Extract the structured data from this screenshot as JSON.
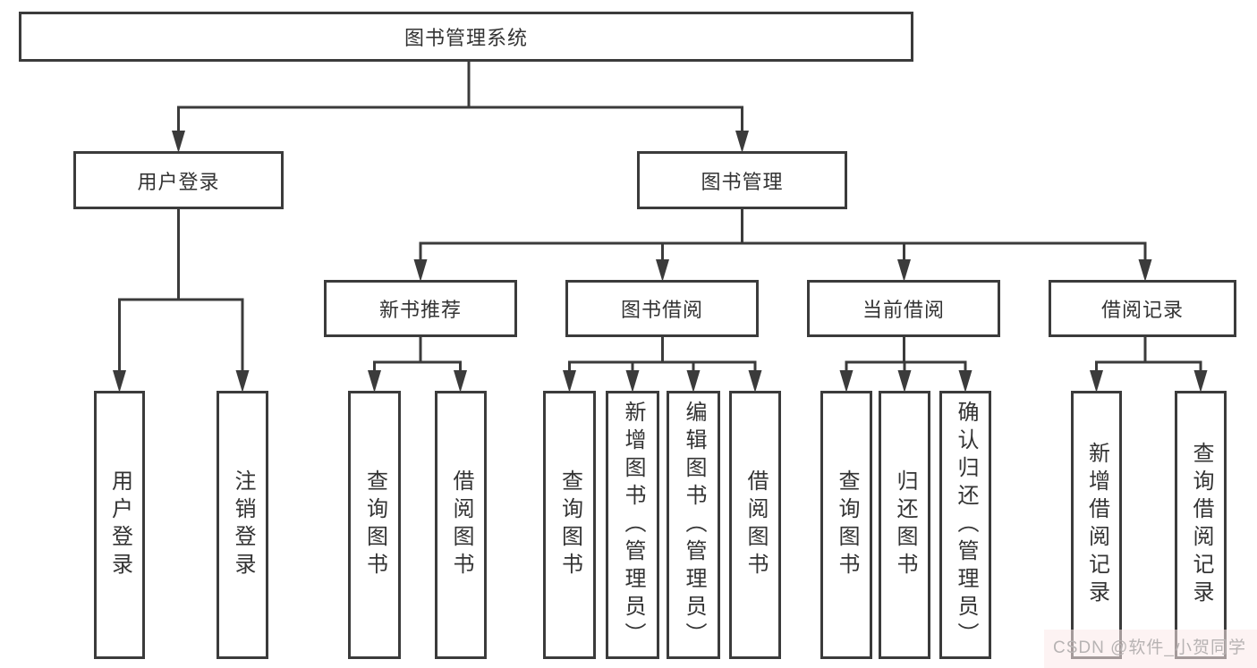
{
  "diagram": {
    "root": {
      "label": "图书管理系统"
    },
    "branches": [
      {
        "label": "用户登录",
        "leaves": [
          {
            "label": "用户登录"
          },
          {
            "label": "注销登录"
          }
        ]
      },
      {
        "label": "图书管理",
        "groups": [
          {
            "label": "新书推荐",
            "leaves": [
              {
                "label": "查询图书"
              },
              {
                "label": "借阅图书"
              }
            ]
          },
          {
            "label": "图书借阅",
            "leaves": [
              {
                "label": "查询图书"
              },
              {
                "label": "新增图书（管理员）"
              },
              {
                "label": "编辑图书（管理员）"
              },
              {
                "label": "借阅图书"
              }
            ]
          },
          {
            "label": "当前借阅",
            "leaves": [
              {
                "label": "查询图书"
              },
              {
                "label": "归还图书"
              },
              {
                "label": "确认归还（管理员）"
              }
            ]
          },
          {
            "label": "借阅记录",
            "leaves": [
              {
                "label": "新增借阅记录"
              },
              {
                "label": "查询借阅记录"
              }
            ]
          }
        ]
      }
    ]
  },
  "watermark": {
    "text": "CSDN @软件_小贺同学"
  },
  "colors": {
    "line": "#3b3b3b",
    "box_border": "#3b3b3b",
    "text": "#333333",
    "watermark_text": "#b7b3b3",
    "watermark_bg": "#fce9e9",
    "background": "#ffffff"
  }
}
